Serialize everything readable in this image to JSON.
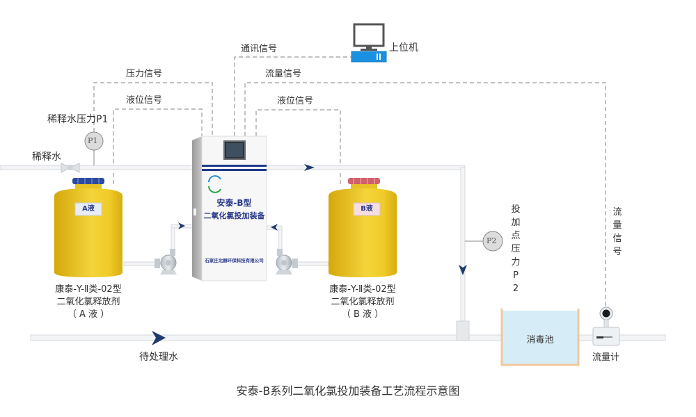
{
  "title": "安泰-B系列二氧化氯投加装备工艺流程示意图",
  "signals": {
    "pressure_signal": "压力信号",
    "level_signal_a": "液位信号",
    "comm_signal": "通讯信号",
    "flow_signal_h": "流量信号",
    "level_signal_b": "液位信号",
    "flow_signal_v": "流量信号"
  },
  "host_computer": {
    "label": "上位机",
    "icon": "computer-monitor-icon"
  },
  "dilution_water": {
    "label": "稀释水",
    "pressure_label": "稀释水压力P1",
    "gauge": "P1",
    "valve_icon": "valve-icon"
  },
  "cabinet": {
    "model": "安泰-B型",
    "name": "二氧化氯投加装备",
    "company": "石家庄北赫环保科技有限公司",
    "logo_icon": "company-logo-icon"
  },
  "tank_a": {
    "tag": "A液",
    "caption_line1": "康泰-Y-Ⅱ类-02型",
    "caption_line2": "二氧化氯释放剂",
    "caption_line3": "（ A 液 ）",
    "cap_color": "#2b4aa0"
  },
  "tank_b": {
    "tag": "B液",
    "caption_line1": "康泰-Y-Ⅱ类-02型",
    "caption_line2": "二氧化氯释放剂",
    "caption_line3": "（ B 液 ）",
    "cap_color": "#d0606a"
  },
  "dosing_point": {
    "gauge": "P2",
    "label": "投加点压力P2"
  },
  "raw_water": {
    "label": "待处理水"
  },
  "pool": {
    "label": "消毒池"
  },
  "flowmeter": {
    "label": "流量计"
  },
  "colors": {
    "arrow": "#1f3a6e",
    "tank_yellow": "#e8c21e",
    "pool_fill": "#d6ecf7",
    "pool_wall": "#f0c89a",
    "host_blue": "#1a90e0",
    "cabinet_stripe": "#1f3a8a",
    "dash": "#9a9a9a"
  }
}
